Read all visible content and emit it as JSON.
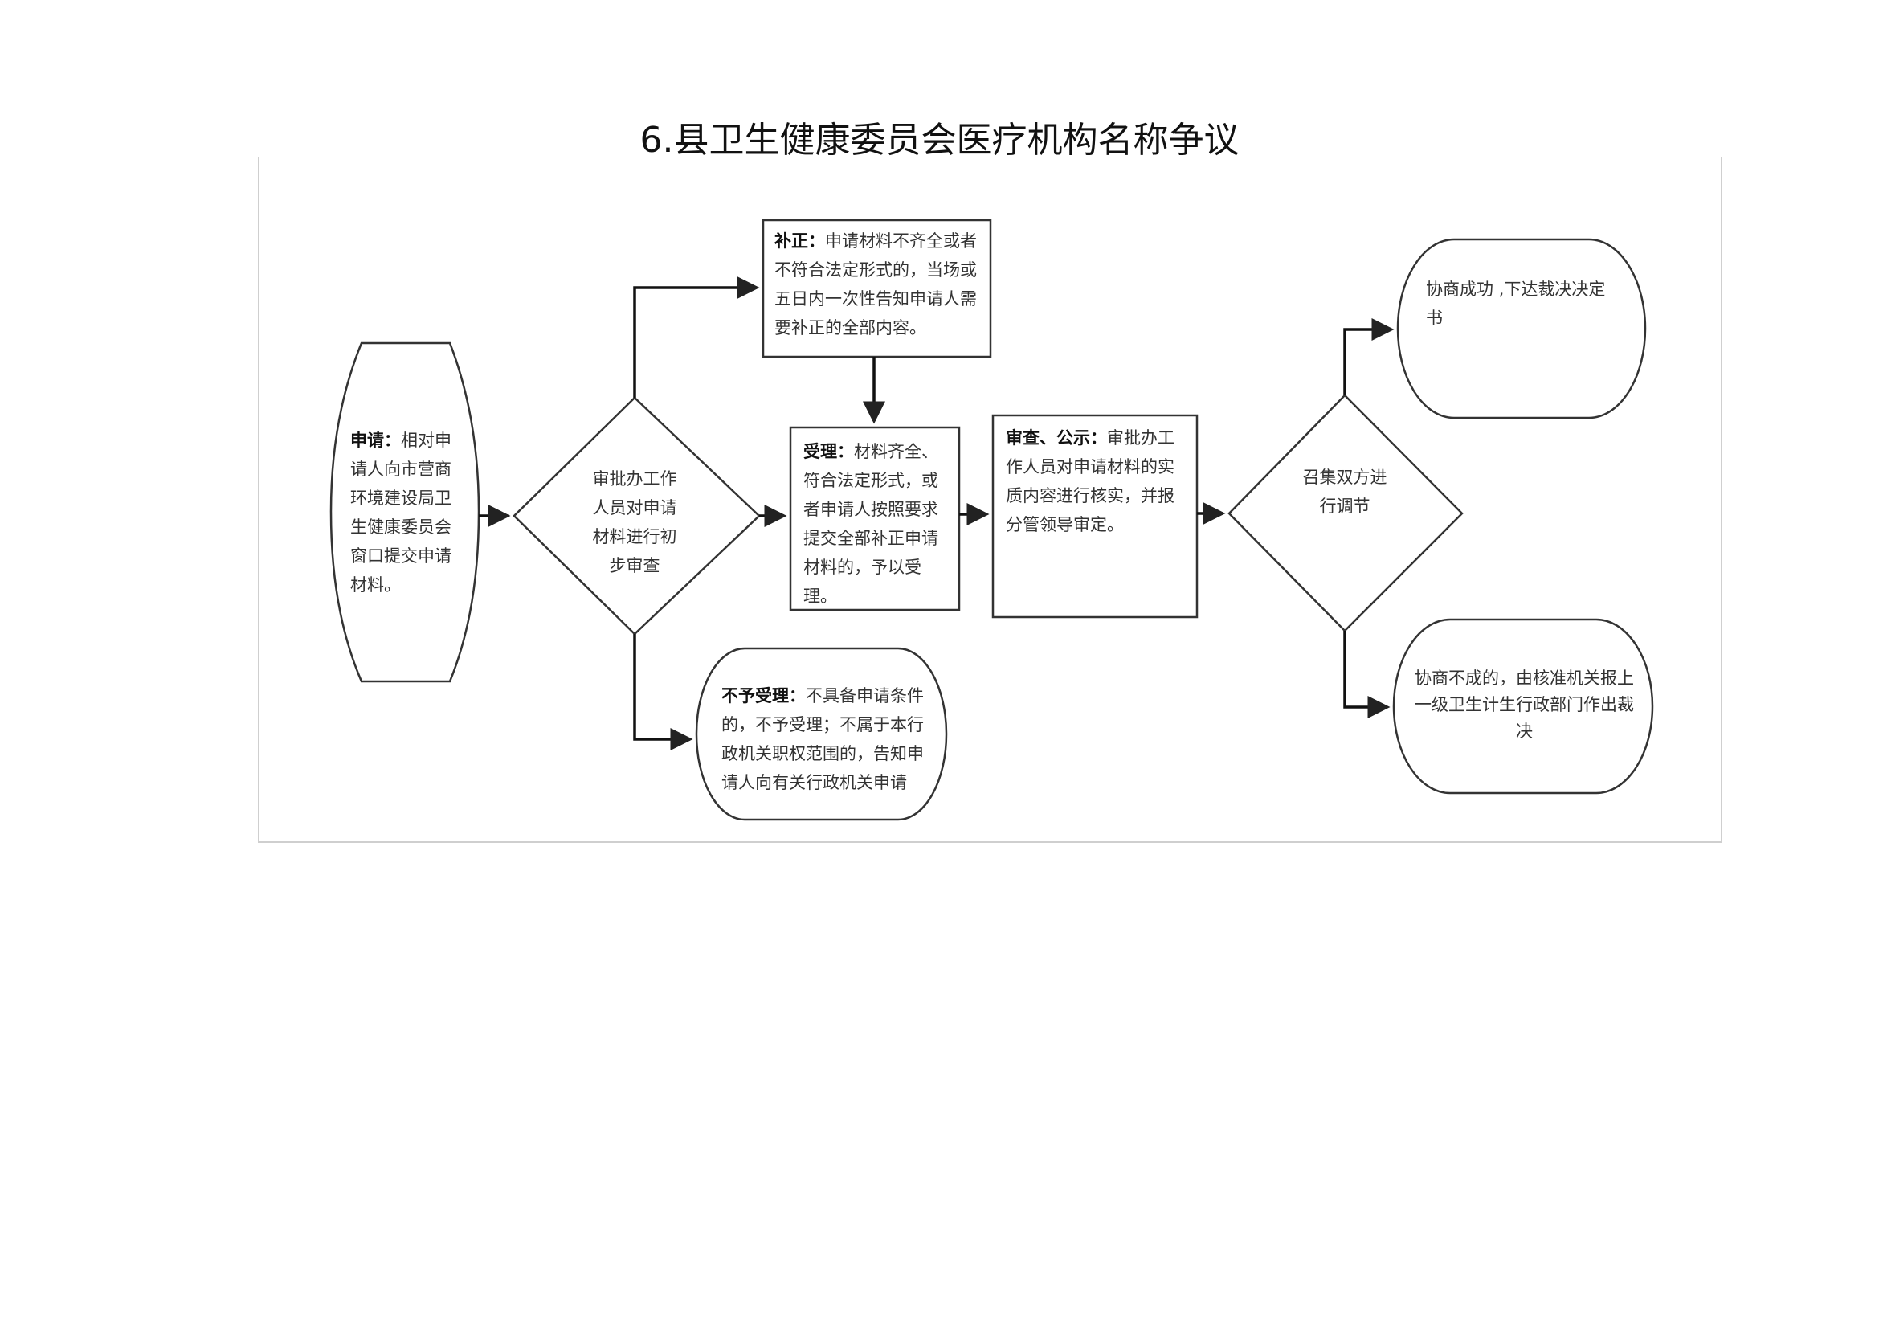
{
  "title": "6.县卫生健康委员会医疗机构名称争议",
  "nodes": {
    "apply": {
      "label": "申请：",
      "text": "相对申请人向市营商环境建设局卫生健康委员会窗口提交申请材料。"
    },
    "initial_review": {
      "text": "审批办工作人员对申请材料进行初步审查"
    },
    "correction": {
      "label": "补正：",
      "text": "申请材料不齐全或者不符合法定形式的，当场或五日内一次性告知申请人需要补正的全部内容。"
    },
    "accept": {
      "label": "受理：",
      "text": "材料齐全、符合法定形式，或者申请人按照要求提交全部补正申请材料的，予以受理。"
    },
    "reject": {
      "label": "不予受理：",
      "text": "不具备申请条件的，不予受理；不属于本行政机关职权范围的，告知申请人向有关行政机关申请"
    },
    "review_publish": {
      "label": "审查、公示：",
      "text": "审批办工作人员对申请材料的实质内容进行核实，并报分管领导审定。"
    },
    "mediate": {
      "text": "召集双方进行调节"
    },
    "success": {
      "text": "协商成功 ,下达裁决决定书"
    },
    "failure": {
      "text": "协商不成的，由核准机关报上一级卫生计生行政部门作出裁决"
    }
  },
  "colors": {
    "line": "#222222",
    "frame": "#cccccc"
  }
}
